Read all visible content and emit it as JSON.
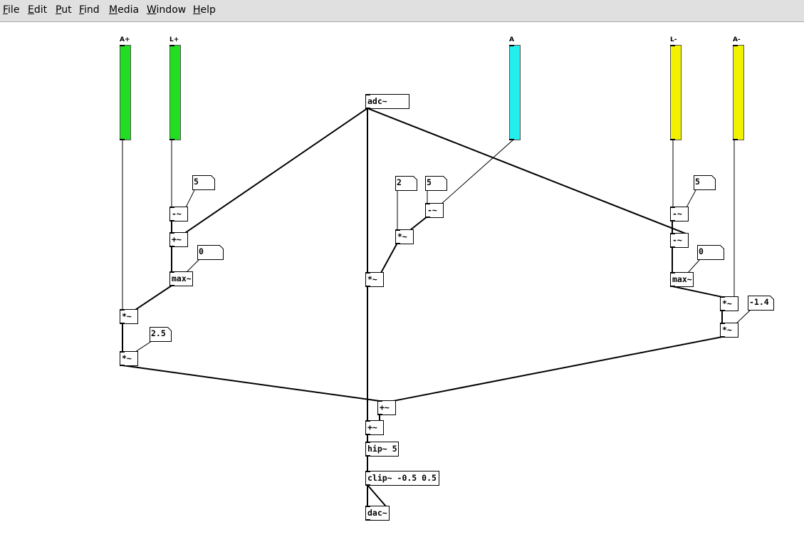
{
  "menubar": {
    "items": [
      {
        "id": "file",
        "label": "File",
        "key": "F",
        "rest": "ile"
      },
      {
        "id": "edit",
        "label": "Edit",
        "key": "E",
        "rest": "dit"
      },
      {
        "id": "put",
        "label": "Put",
        "key": "P",
        "rest": "ut"
      },
      {
        "id": "find",
        "label": "Find",
        "key": "F",
        "rest": "ind"
      },
      {
        "id": "media",
        "label": "Media",
        "key": "M",
        "rest": "edia"
      },
      {
        "id": "window",
        "label": "Window",
        "key": "W",
        "rest": "indow"
      },
      {
        "id": "help",
        "label": "Help",
        "key": "H",
        "rest": "elp"
      }
    ]
  },
  "meters": {
    "a_plus": {
      "label": "A+",
      "color": "#22dd22"
    },
    "l_plus": {
      "label": "L+",
      "color": "#22dd22"
    },
    "a": {
      "label": "A",
      "color": "#22eeee"
    },
    "l_minus": {
      "label": "L-",
      "color": "#f2f200"
    },
    "a_minus": {
      "label": "A-",
      "color": "#f2f200"
    }
  },
  "objects": {
    "adc": "adc~",
    "sub_left": "-~",
    "add_left": "+~",
    "max_left": "max~",
    "mul_left_1": "*~",
    "mul_left_2": "*~",
    "sub_center": "-~",
    "mul_center_1": "*~",
    "mul_center_2": "*~",
    "sub_right_1": "-~",
    "sub_right_2": "-~",
    "max_right": "max~",
    "mul_right_1": "*~",
    "mul_right_2": "*~",
    "add_mix_1": "+~",
    "add_mix_2": "+~",
    "hip": "hip~ 5",
    "clip": "clip~ -0.5 0.5",
    "dac": "dac~"
  },
  "numbers": {
    "left_offset": "5",
    "left_max": "0",
    "left_gain": "2.5",
    "center_a": "2",
    "center_b": "5",
    "right_offset": "5",
    "right_max": "0",
    "right_gain": "-1.4"
  }
}
